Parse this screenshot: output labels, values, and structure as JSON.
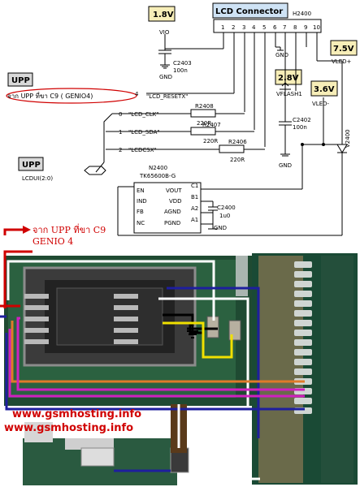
{
  "schematic": {
    "connector_title": "LCD Connector",
    "connector_ref": "H2400",
    "pin_numbers": [
      "1",
      "2",
      "3",
      "4",
      "5",
      "6",
      "7",
      "8",
      "9",
      "10"
    ],
    "tags": {
      "v18": "1.8V",
      "v75": "7.5V",
      "v28": "2.8V",
      "v36": "3.6V"
    },
    "vio": "VIO",
    "gnd": "GND",
    "c2403": {
      "name": "C2403",
      "value": "100n"
    },
    "c2402": {
      "name": "C2402",
      "value": "100n"
    },
    "c2400": {
      "name": "C2400",
      "value": "1u0"
    },
    "vflash": "VFLASH1",
    "vled_plus": "VLED+",
    "vled_minus": "VLED-",
    "led_ref": "V2400",
    "upp": "UPP",
    "genio_note": "จาก UPP ที่ขา C9 ( GENIO4)",
    "resetx": {
      "pin": "4",
      "name": "\"LCD_RESETX\""
    },
    "clk": {
      "pin": "0",
      "name": "\"LCD_CLK\"",
      "res": "R2408",
      "value": "220R"
    },
    "sda": {
      "pin": "1",
      "name": "\"LCD_SDA\"",
      "res": "R2407",
      "value": "220R"
    },
    "csx": {
      "pin": "2",
      "name": "\"LCDCSX\"",
      "res": "R2406",
      "value": "220R"
    },
    "lcdui": "LCDUI(2:0)",
    "chip": {
      "ref": "N2400",
      "part": "TK65600B-G",
      "pins": [
        "EN",
        "IND",
        "FB",
        "NC",
        "VOUT",
        "VDD",
        "AGND",
        "PGND"
      ],
      "pads": [
        "C1",
        "B1",
        "A2",
        "A1"
      ]
    }
  },
  "photo": {
    "note_line1": "จาก UPP ที่ขา C9",
    "note_line2": "GENIO 4",
    "watermark": "www.gsmhosting.info"
  }
}
